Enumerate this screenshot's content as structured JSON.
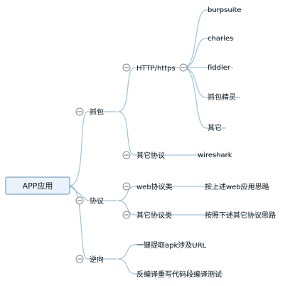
{
  "root": {
    "label": "APP应用"
  },
  "branches": {
    "capture": {
      "label": "抓包",
      "children": {
        "http": {
          "label": "HTTP/https",
          "tools": [
            "burpsuite",
            "charles",
            "fiddler",
            "抓包精灵",
            "其它"
          ]
        },
        "other": {
          "label": "其它协议",
          "tools": [
            "wireshark"
          ]
        }
      }
    },
    "protocol": {
      "label": "协议",
      "children": {
        "web": {
          "label": "web协议类",
          "note": "按上述web应用思路"
        },
        "other": {
          "label": "其它协议类",
          "note": "按照下述其它协议思路"
        }
      }
    },
    "reverse": {
      "label": "逆向",
      "children": [
        "一键提取apk涉及URL",
        "反编译重写代码段编译测试"
      ]
    }
  }
}
